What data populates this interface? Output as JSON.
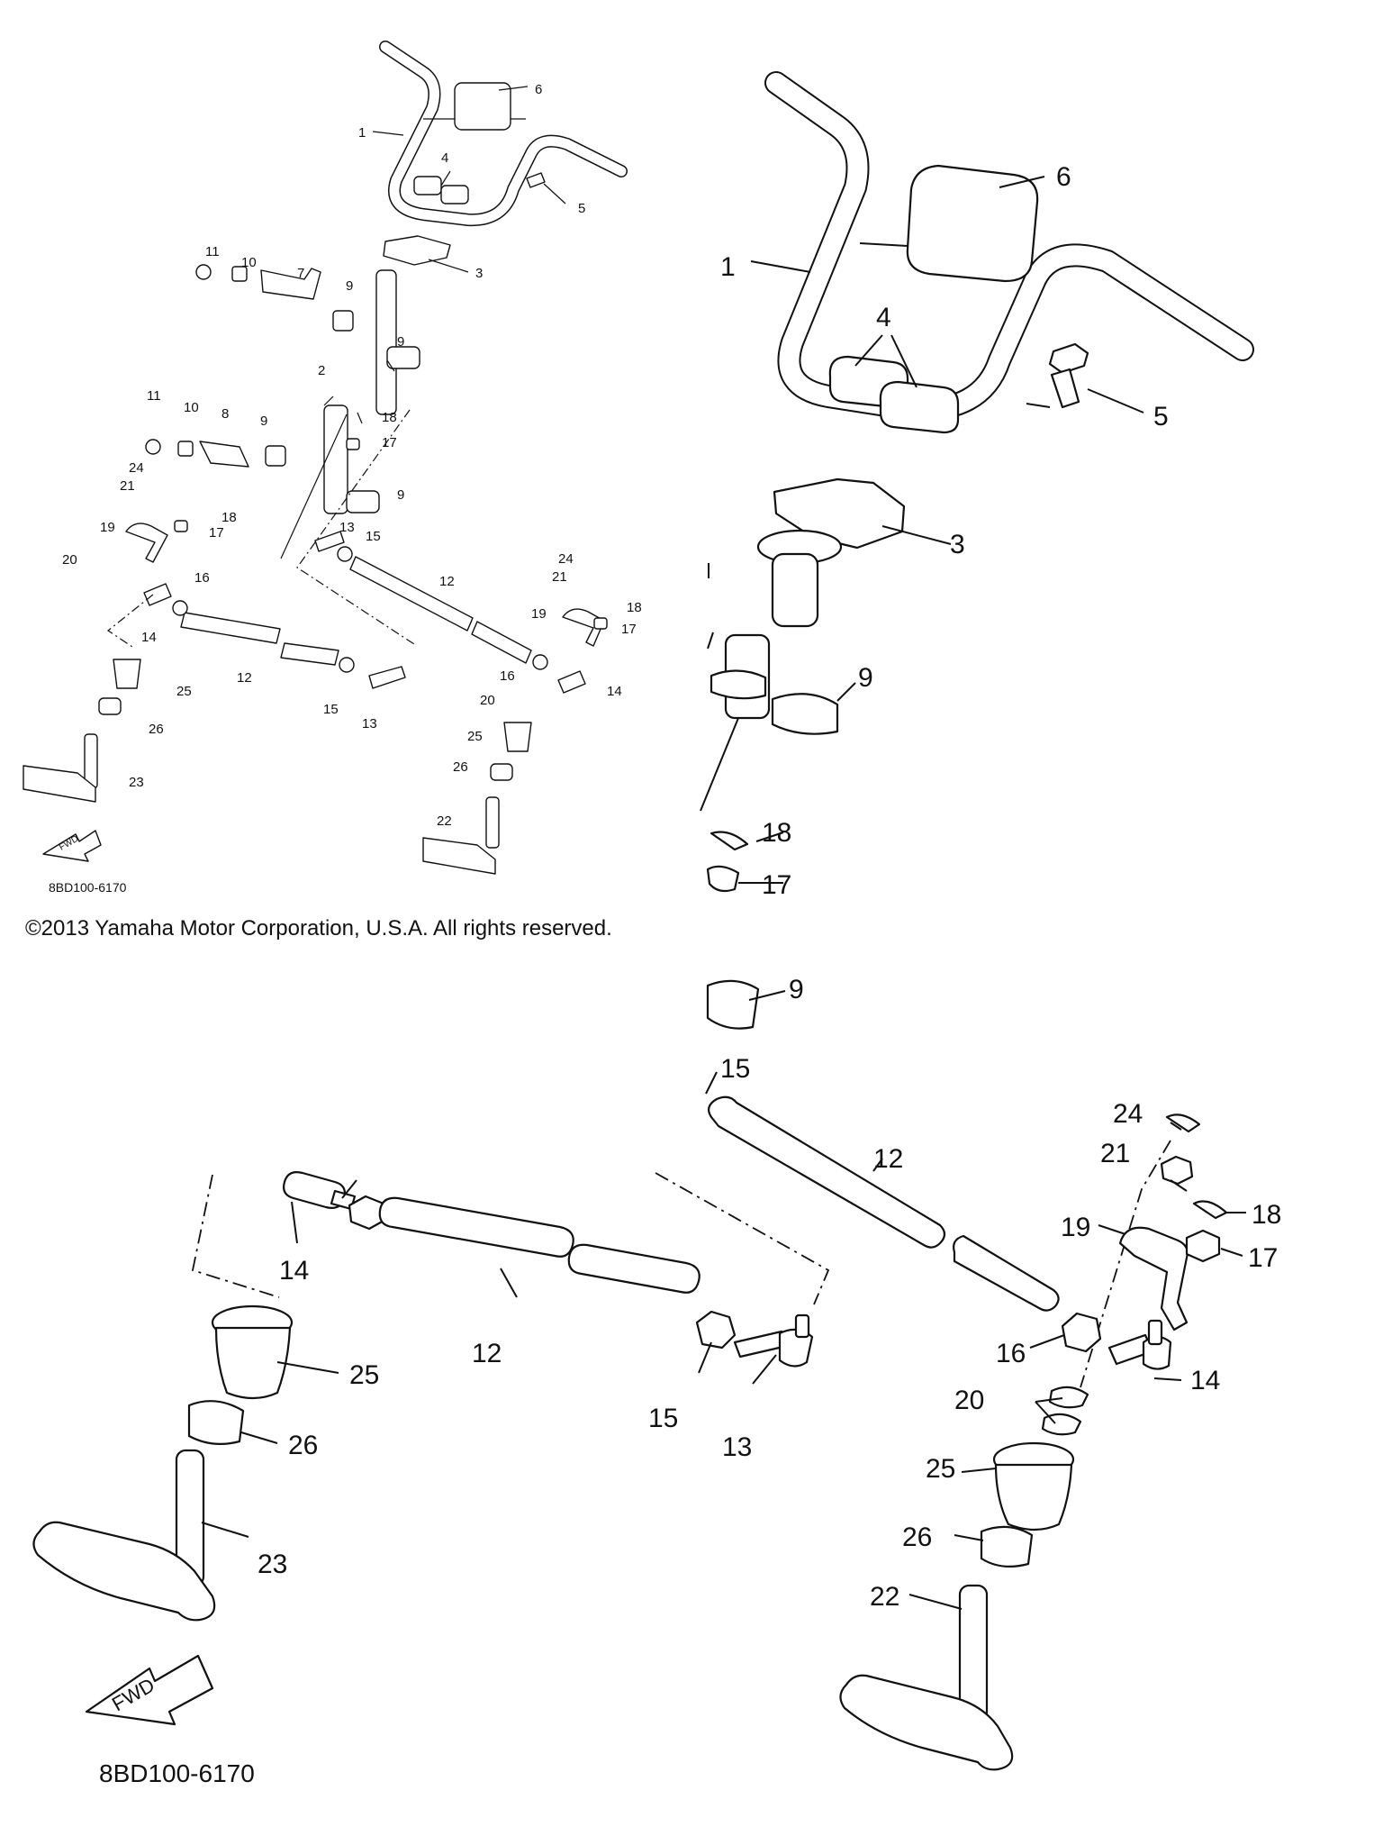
{
  "copyright": "©2013 Yamaha Motor Corporation, U.S.A. All rights reserved.",
  "diagram_code": "8BD100-6170",
  "fwd_label": "FWD",
  "overview_callouts": {
    "c1": "1",
    "c2": "2",
    "c3": "3",
    "c4": "4",
    "c5": "5",
    "c6": "6",
    "c7": "7",
    "c8": "8",
    "c9a": "9",
    "c9b": "9",
    "c9c": "9",
    "c9d": "9",
    "c10a": "10",
    "c10b": "10",
    "c11a": "11",
    "c11b": "11",
    "c12a": "12",
    "c12b": "12",
    "c13a": "13",
    "c13b": "13",
    "c14a": "14",
    "c14b": "14",
    "c15a": "15",
    "c15b": "15",
    "c16a": "16",
    "c16b": "16",
    "c17a": "17",
    "c17b": "17",
    "c17c": "17",
    "c18a": "18",
    "c18b": "18",
    "c18c": "18",
    "c19a": "19",
    "c19b": "19",
    "c20a": "20",
    "c20b": "20",
    "c21a": "21",
    "c21b": "21",
    "c22": "22",
    "c23": "23",
    "c24a": "24",
    "c24b": "24",
    "c25a": "25",
    "c25b": "25",
    "c26a": "26",
    "c26b": "26"
  },
  "zoom_top_callouts": {
    "c1": "1",
    "c3": "3",
    "c4": "4",
    "c5": "5",
    "c6": "6",
    "c9": "9",
    "c17": "17",
    "c18": "18"
  },
  "zoom_bottom_callouts": {
    "c9": "9",
    "c12a": "12",
    "c12b": "12",
    "c13": "13",
    "c14a": "14",
    "c14b": "14",
    "c15a": "15",
    "c15b": "15",
    "c16": "16",
    "c17": "17",
    "c18": "18",
    "c19": "19",
    "c20": "20",
    "c21": "21",
    "c22": "22",
    "c23": "23",
    "c24": "24",
    "c25a": "25",
    "c25b": "25",
    "c26a": "26",
    "c26b": "26"
  }
}
